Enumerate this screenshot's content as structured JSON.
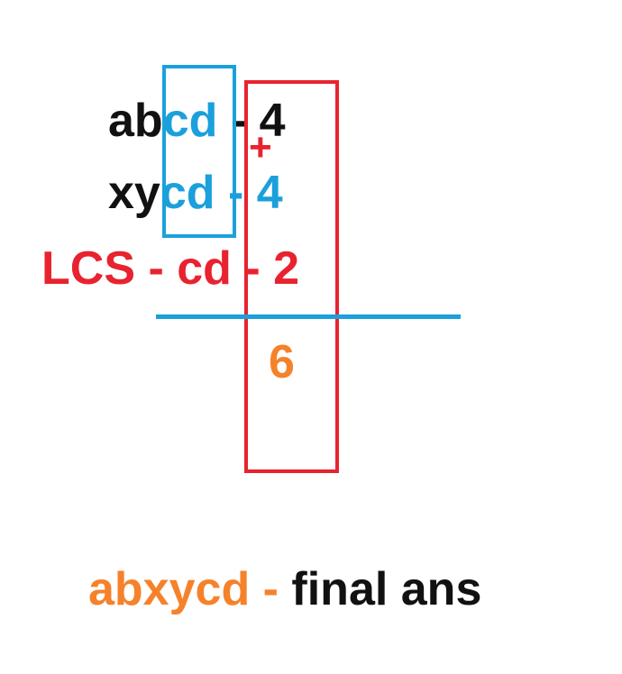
{
  "row1": {
    "prefix": "ab",
    "common": "cd",
    "sep": " - ",
    "length": "4"
  },
  "row2": {
    "prefix": "xy",
    "common": "cd",
    "sep": " - ",
    "length": "4"
  },
  "row3": {
    "label": "LCS - cd - ",
    "length": "2"
  },
  "operator": "+",
  "result": "6",
  "final": {
    "answer": "abxycd - ",
    "suffix": "final ans"
  },
  "colors": {
    "text": "#111111",
    "blue": "#1ba0dc",
    "red": "#e8232f",
    "orange": "#f5822a"
  }
}
